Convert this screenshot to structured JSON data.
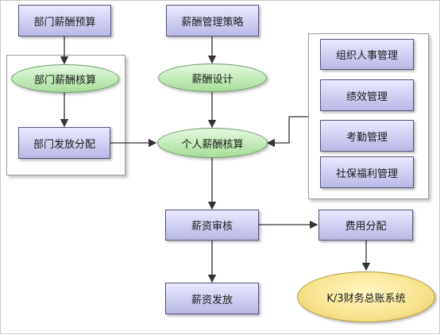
{
  "nodes": {
    "dept_budget": "部门薪酬预算",
    "dept_calc": "部门薪酬核算",
    "dept_dist": "部门发放分配",
    "strategy": "薪酬管理策略",
    "design": "薪酬设计",
    "personal_calc": "个人薪酬核算",
    "org": "组织人事管理",
    "perf": "绩效管理",
    "attendance": "考勤管理",
    "social": "社保福利管理",
    "review": "薪资审核",
    "payout": "薪资发放",
    "cost": "费用分配",
    "k3": "K/3财务总账系统"
  },
  "colors": {
    "rect_fill": "#cfcff1",
    "oval_green": "#c2eab8",
    "oval_yellow": "#f6e38e",
    "line": "#333333"
  }
}
